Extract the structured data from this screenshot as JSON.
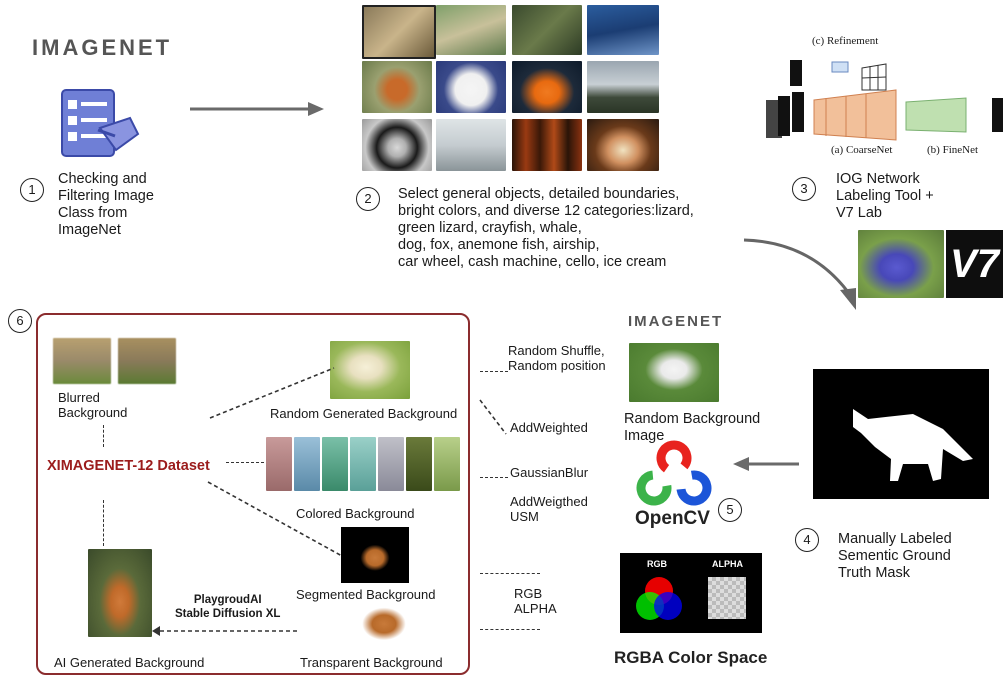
{
  "brand": {
    "logo_text_main": "IMAGENET",
    "logo_text_small": "IMAGENET"
  },
  "steps": {
    "s1": {
      "number": "1",
      "text": "Checking and\nFiltering Image\nClass from\nImageNet"
    },
    "s2": {
      "number": "2",
      "text": "Select general objects, detailed boundaries,\nbright colors, and diverse 12 categories:lizard,\ngreen lizard, crayfish, whale,\ndog, fox, anemone fish, airship,\ncar wheel, cash machine, cello, ice cream"
    },
    "s3": {
      "number": "3",
      "text": "IOG Network\nLabeling Tool +\nV7 Lab"
    },
    "s4": {
      "number": "4",
      "text": "Manually Labeled\nSementic Ground\nTruth Mask"
    },
    "s5": {
      "number": "5"
    },
    "s6": {
      "number": "6"
    }
  },
  "iog_diagram": {
    "refinement": "(c) Refinement",
    "coarse": "(a) CoarseNet",
    "fine": "(b) FineNet"
  },
  "v7_logo": "V7",
  "dataset": {
    "title": "XIMAGENET-12 Dataset",
    "blurred": "Blurred\nBackground",
    "random_generated": "Random Generated Background",
    "colored": "Colored Background",
    "segmented": "Segmented Background",
    "transparent": "Transparent Background",
    "ai_generated": "AI Generated Background",
    "ai_models": "PlaygroudAI\nStable Diffusion XL"
  },
  "operations": {
    "shuffle": "Random Shuffle,\nRandom position",
    "addweighted": "AddWeighted",
    "gaussian": "GaussianBlur",
    "usm": "AddWeigthed\nUSM",
    "rgb_alpha": "RGB\nALPHA"
  },
  "random_bg_label": "Random Background\nImage",
  "opencv_label": "OpenCV",
  "rgba": {
    "rgb": "RGB",
    "alpha": "ALPHA",
    "caption": "RGBA Color Space"
  },
  "colors": {
    "box_border": "#8b2c2e",
    "title_red": "#9b1c1c",
    "arrow": "#666666"
  }
}
